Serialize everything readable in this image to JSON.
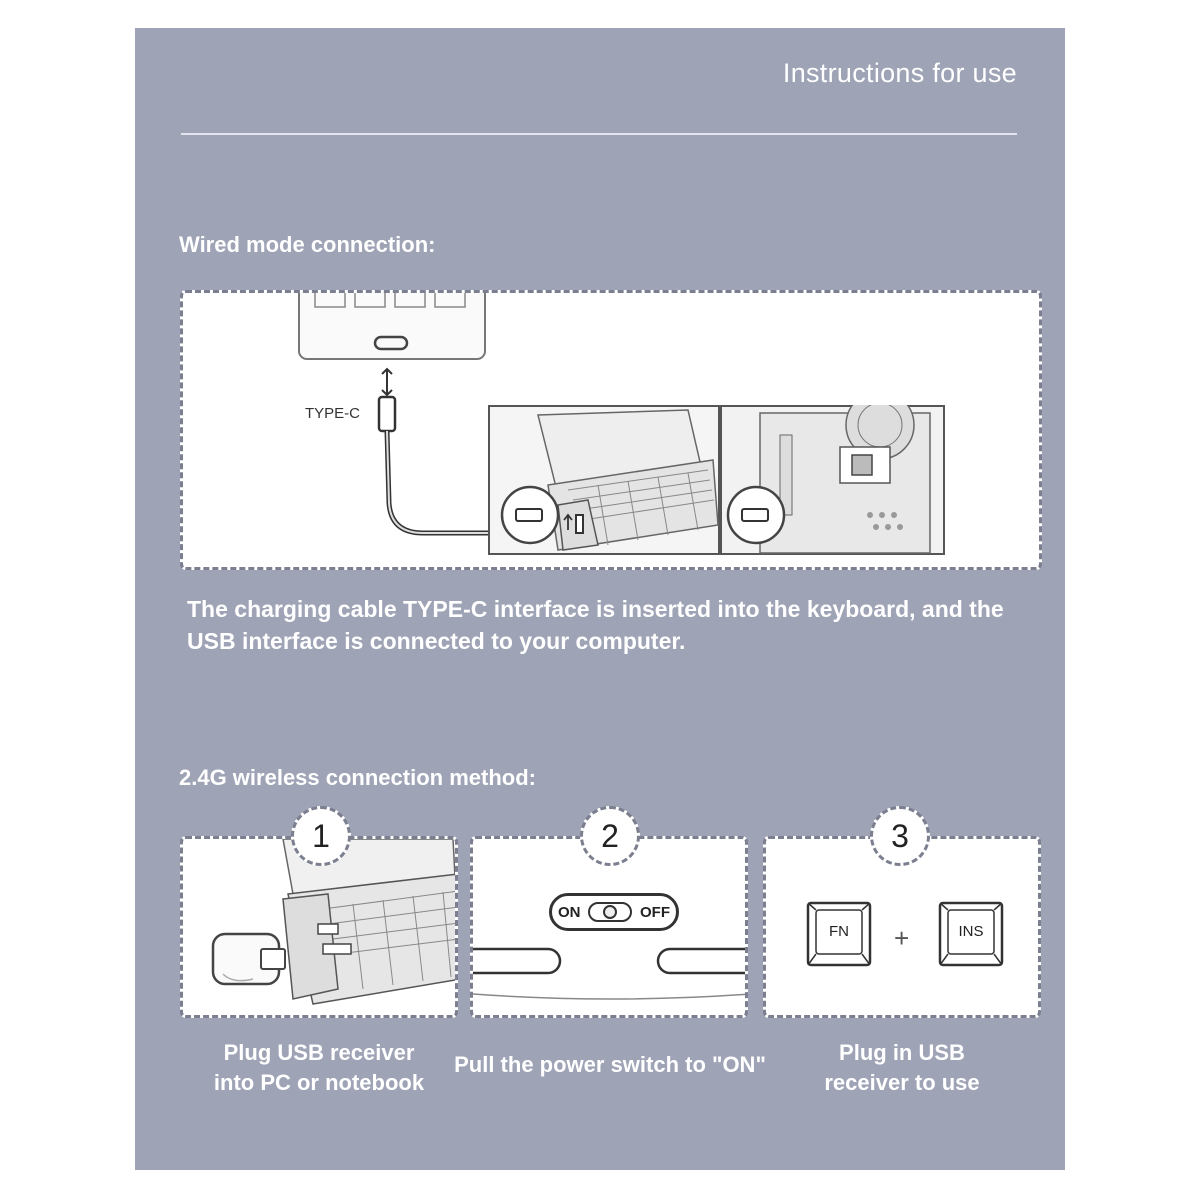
{
  "header": {
    "title": "Instructions for use"
  },
  "wired": {
    "title": "Wired mode connection:",
    "type_c_label": "TYPE-C",
    "description": "The charging cable TYPE-C interface is inserted into the keyboard, and the USB interface is connected to your computer."
  },
  "wireless": {
    "title": "2.4G wireless connection method:",
    "steps": [
      {
        "number": "1",
        "caption_line1": "Plug USB receiver",
        "caption_line2": "into PC or notebook"
      },
      {
        "number": "2",
        "caption_line1": "Pull the power switch to \"ON\"",
        "switch_on": "ON",
        "switch_off": "OFF"
      },
      {
        "number": "3",
        "caption_line1": "Plug in USB",
        "caption_line2": "receiver to use",
        "key1": "FN",
        "key2": "INS",
        "plus": "+"
      }
    ]
  },
  "colors": {
    "panel": "#9ea3b6",
    "box": "#ffffff",
    "dash": "#7b7f8f"
  }
}
